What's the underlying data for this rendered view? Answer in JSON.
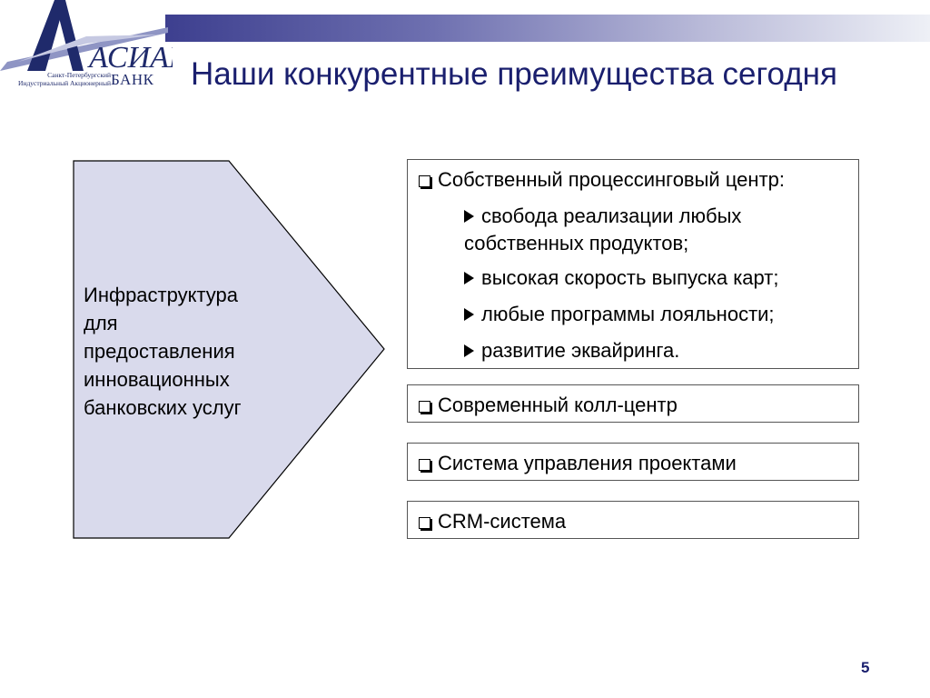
{
  "logo": {
    "name": "АСИАБ",
    "bank_word": "БАНК",
    "sub_line1": "Санкт-Петербургский",
    "sub_line2": "Индустриальный Акционерный",
    "colors": {
      "primary": "#1f2a6b",
      "accent": "#8f95c4"
    }
  },
  "slide": {
    "title": "Наши конкурентные преимущества сегодня",
    "page_number": "5"
  },
  "pentagon": {
    "lines": [
      "Инфраструктура",
      "для",
      "предоставления",
      "инновационных",
      "банковских услуг"
    ],
    "fill": "#d9daec",
    "stroke": "#000000"
  },
  "advantages": {
    "processing": {
      "title": "Собственный процессинговый центр:",
      "subitems": [
        "свобода реализации любых собственных продуктов;",
        "высокая скорость выпуска карт;",
        "любые программы лояльности;",
        "развитие эквайринга."
      ]
    },
    "call_center": "Современный колл-центр",
    "project_mgmt": "Система управления проектами",
    "crm": "CRM-система"
  },
  "icons": {
    "box_bullet": "checkbox-icon",
    "sub_bullet": "arrow-right-icon"
  }
}
